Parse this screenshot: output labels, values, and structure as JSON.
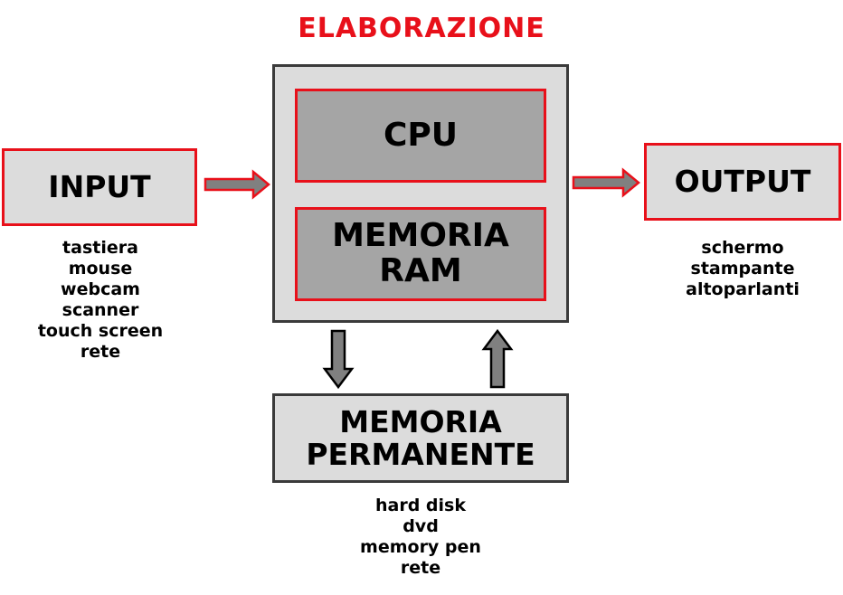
{
  "title": "ELABORAZIONE",
  "input": {
    "label": "INPUT",
    "items": [
      "tastiera",
      "mouse",
      "webcam",
      "scanner",
      "touch screen",
      "rete"
    ]
  },
  "processing": {
    "cpu_label": "CPU",
    "ram_label_lines": [
      "MEMORIA",
      "RAM"
    ]
  },
  "output": {
    "label": "OUTPUT",
    "items": [
      "schermo",
      "stampante",
      "altoparlanti"
    ]
  },
  "storage": {
    "label_lines": [
      "MEMORIA",
      "PERMANENTE"
    ],
    "items": [
      "hard disk",
      "dvd",
      "memory pen",
      "rete"
    ]
  },
  "colors": {
    "accent": "#e8101a",
    "box_fill": "#dcdcdc",
    "inner_fill": "#a5a5a5",
    "arrow_fill": "#808080"
  }
}
